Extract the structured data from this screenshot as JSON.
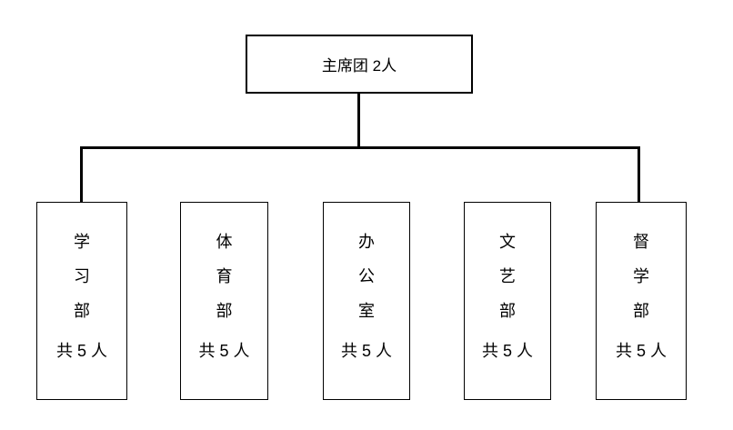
{
  "root": {
    "label": "主席团 2人"
  },
  "departments": [
    {
      "name": "学习部",
      "count": "共 5 人"
    },
    {
      "name": "体育部",
      "count": "共 5 人"
    },
    {
      "name": "办公室",
      "count": "共 5 人"
    },
    {
      "name": "文艺部",
      "count": "共 5 人"
    },
    {
      "name": "督学部",
      "count": "共 5 人"
    }
  ],
  "colors": {
    "background": "#ffffff",
    "line": "#000000",
    "box_border": "#000000",
    "text": "#000000"
  }
}
